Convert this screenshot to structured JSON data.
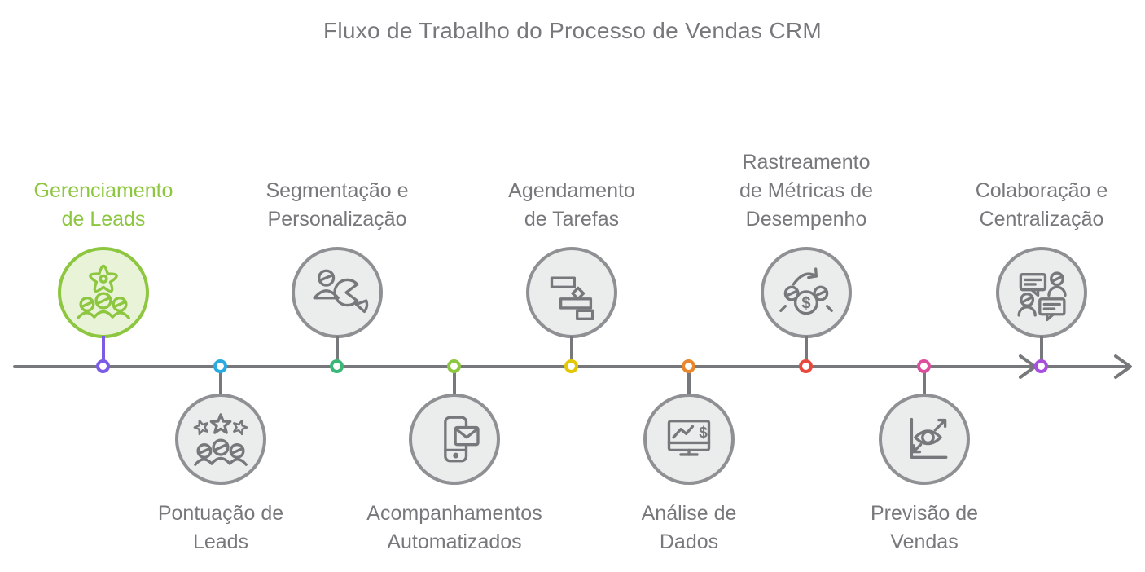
{
  "title": "Fluxo de Trabalho do Processo de Vendas CRM",
  "colors": {
    "line": "#77787B",
    "text": "#77787B",
    "accent_green": "#8DC63F",
    "circle_bg": "#EBECEC",
    "circle_border": "#8E9093",
    "active_circle_bg": "#E9F3D8"
  },
  "icons": {
    "currency_symbol": "$"
  },
  "nodes": [
    {
      "label": "Gerenciamento de Leads",
      "lines": [
        "Gerenciamento",
        "de Leads"
      ],
      "side": "top",
      "icon": "gear-people",
      "dot_color": "#7B5CE6",
      "stem_color": "#7B5CE6",
      "text_color": "#8DC63F",
      "circle_border": "#8DC63F",
      "circle_bg": "#E9F3D8",
      "icon_color": "#8DC63F",
      "active": true
    },
    {
      "label": "Pontuação de Leads",
      "lines": [
        "Pontuação de",
        "Leads"
      ],
      "side": "bottom",
      "icon": "stars-people",
      "dot_color": "#29ABE2"
    },
    {
      "label": "Segmentação e Personalização",
      "lines": [
        "Segmentação e",
        "Personalização"
      ],
      "side": "top",
      "icon": "person-pie",
      "dot_color": "#3BB878"
    },
    {
      "label": "Acompanhamentos Automatizados",
      "lines": [
        "Acompanhamentos",
        "Automatizados"
      ],
      "side": "bottom",
      "icon": "phone-mail",
      "dot_color": "#8DC63F"
    },
    {
      "label": "Agendamento de Tarefas",
      "lines": [
        "Agendamento",
        "de Tarefas"
      ],
      "side": "top",
      "icon": "gantt",
      "dot_color": "#E3C703"
    },
    {
      "label": "Análise de Dados",
      "lines": [
        "Análise de",
        "Dados"
      ],
      "side": "bottom",
      "icon": "monitor-chart",
      "dot_color": "#E8872E"
    },
    {
      "label": "Rastreamento de Métricas de Desempenho",
      "lines": [
        "Rastreamento",
        "de Métricas de",
        "Desempenho"
      ],
      "side": "top",
      "icon": "coins-refresh",
      "dot_color": "#E8493C"
    },
    {
      "label": "Previsão de Vendas",
      "lines": [
        "Previsão de",
        "Vendas"
      ],
      "side": "bottom",
      "icon": "eye-growth",
      "dot_color": "#DD4F9E"
    },
    {
      "label": "Colaboração e Centralização",
      "lines": [
        "Colaboração e",
        "Centralização"
      ],
      "side": "top",
      "icon": "chat-people",
      "dot_color": "#A94FE0"
    }
  ]
}
